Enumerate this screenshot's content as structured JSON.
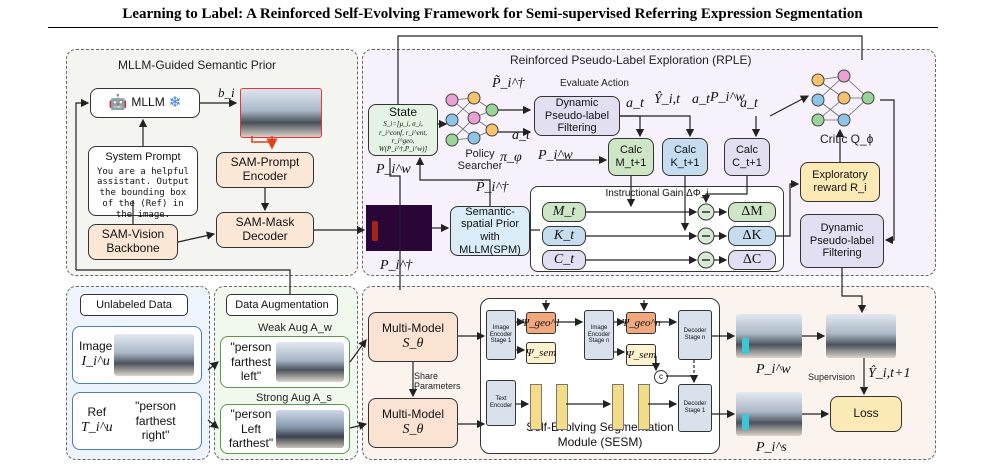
{
  "title": "Learning to Label: A Reinforced Self-Evolving Framework for Semi-supervised Referring Expression Segmentation",
  "mllm_region": {
    "title": "MLLM-Guided Semantic Prior",
    "mllm_label": "MLLM",
    "bi_label": "b_i",
    "system_prompt_title": "System Prompt",
    "system_prompt_text": "You are a helpful assistant. Output the bounding box of the (Ref) in the image.",
    "sam_prompt": "SAM-Prompt Encoder",
    "sam_vision": "SAM-Vision Backbone",
    "sam_mask": "SAM-Mask Decoder"
  },
  "rple_region": {
    "title": "Reinforced Pseudo-Label Exploration (RPLE)",
    "state_title": "State",
    "state_formula": "S_i=[μ_i, σ_i, r_i^conf, r_i^ent, r_i^geo, W(P_i^†,P_i^w)]",
    "policy_label": "Policy Searcher",
    "pi_label": "π_φ",
    "evaluate_action": "Evaluate Action",
    "dpf_top": "Dynamic Pseudo-label Filtering",
    "calc_m": "Calc M_t+1",
    "calc_k": "Calc K_t+1",
    "calc_c": "Calc C_t+1",
    "critic": "Critic Q_ϕ",
    "exploratory": "Exploratory reward R_i",
    "instructional_gain": "Instructional Gain ΔΦ_i",
    "mt": "M_t",
    "kt": "K_t",
    "ct": "C_t",
    "dm": "ΔM",
    "dk": "ΔK",
    "dc": "ΔC",
    "dpf_side": "Dynamic Pseudo-label Filtering",
    "spm": "Semantic-spatial Prior with MLLM(SPM)"
  },
  "math_labels": {
    "p_tilde_top": "P̃_i^†",
    "a_t": "a_t",
    "yhat_top": "Ŷ_i,t",
    "piw": "P_i^w",
    "p_dagger": "P_i^†",
    "p_tilde_mid": "P̃_i^†",
    "s_theta": "S_θ",
    "pw_out": "P_i^w",
    "ps_out": "P_i^s",
    "yhat_out": "Ŷ_i,t+1"
  },
  "unlabeled": {
    "title": "Unlabeled Data",
    "image_label": "Image",
    "image_math": "I_i^u",
    "ref_label": "Ref",
    "ref_math": "T_i^u",
    "ref_text": "\"person farthest right\""
  },
  "augmentation": {
    "title": "Data Augmentation",
    "weak": "Weak Aug A_w",
    "weak_text": "\"person farthest left\"",
    "strong": "Strong Aug A_s",
    "strong_text": "\"person Left farthest\""
  },
  "sesm": {
    "multi_model": "Multi-Model",
    "share": "Share Parameters",
    "img_enc_1": "Image Encoder Stage 1",
    "img_enc_n": "Image Encoder Stage n",
    "text_enc": "Text Encoder",
    "psi_geo_1": "Ψ_geo^1",
    "psi_geo_n": "Ψ_geo^n",
    "psi_sem": "Ψ_sem",
    "dec_n": "Decoder Stage n",
    "dec_1": "Decoder Stage 1",
    "concat": "c",
    "title": "Self-Evolving Segmentation Module (SESM)",
    "supervision": "Supervision",
    "loss": "Loss"
  }
}
